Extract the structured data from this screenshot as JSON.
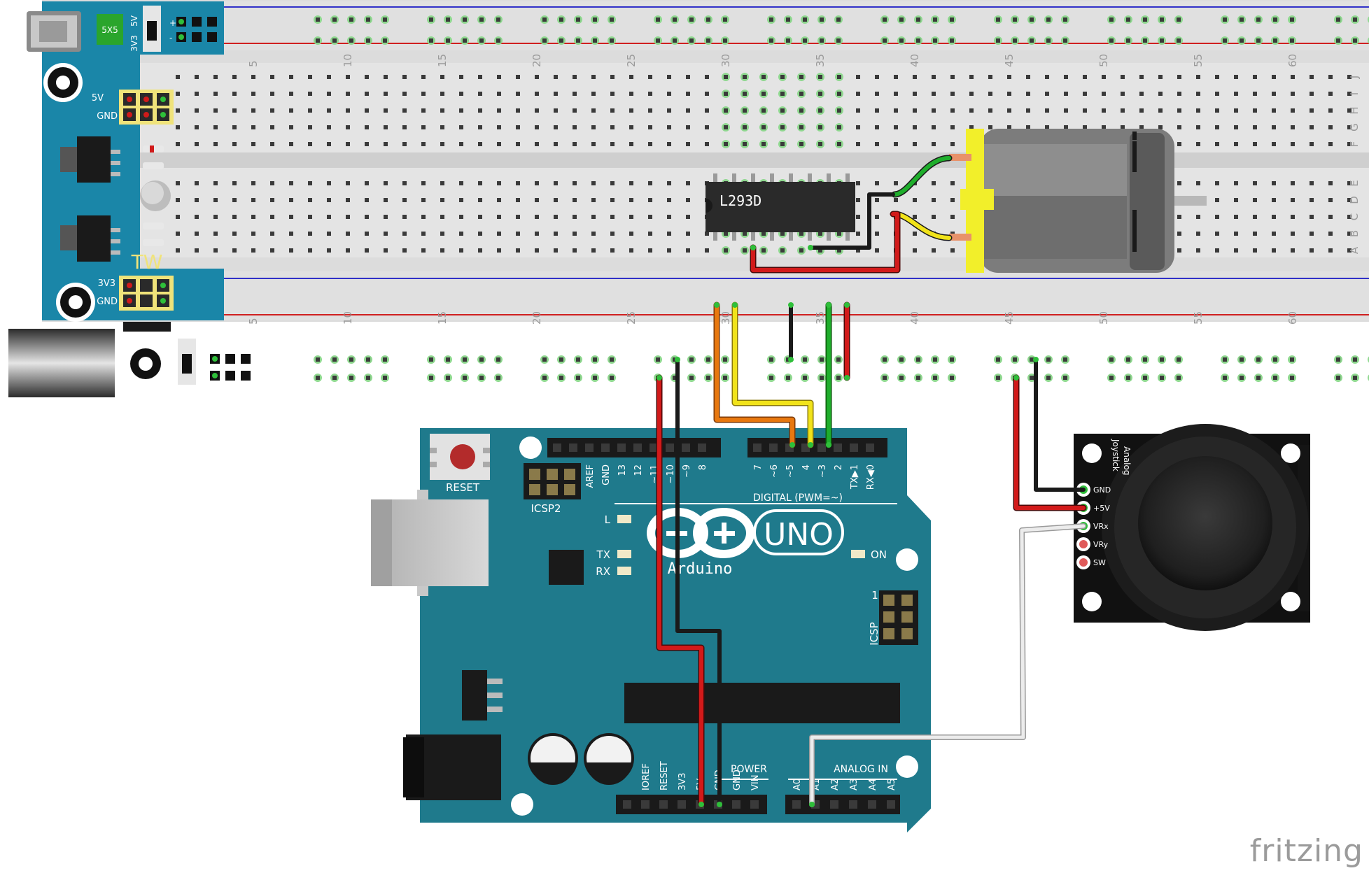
{
  "watermark": "fritzing",
  "power_module": {
    "jumper_top": "5V",
    "jumper_bottom": "3V3",
    "chip_label": "5X5",
    "rail_top_pos": "+",
    "rail_top_neg": "-",
    "header_5v": "5V",
    "header_gnd": "GND",
    "header_3v3": "3V3",
    "header_gnd2": "GND",
    "brand": "TW"
  },
  "breadboard": {
    "column_numbers": [
      "5",
      "10",
      "15",
      "20",
      "25",
      "30",
      "35",
      "40",
      "45",
      "50",
      "55",
      "60"
    ],
    "row_letters_top": [
      "J",
      "I",
      "H",
      "G",
      "F"
    ],
    "row_letters_bottom": [
      "E",
      "D",
      "C",
      "B",
      "A"
    ]
  },
  "ic": {
    "label": "L293D"
  },
  "joystick": {
    "title_line1": "Analog",
    "title_line2": "Joystick",
    "pins": [
      "GND",
      "+5V",
      "VRx",
      "VRy",
      "SW"
    ]
  },
  "arduino": {
    "reset_label": "RESET",
    "icsp2_label": "ICSP2",
    "icsp_label": "ICSP",
    "icsp_pin1": "1",
    "digital_header_labels": [
      "AREF",
      "GND",
      "13",
      "12",
      "~11",
      "~10",
      "~9",
      "8",
      "7",
      "~6",
      "~5",
      "4",
      "~3",
      "2",
      "TX▶1",
      "RX◀0"
    ],
    "digital_label": "DIGITAL (PWM=~)",
    "led_l": "L",
    "led_tx": "TX",
    "led_rx": "RX",
    "led_on": "ON",
    "logo_text": "UNO",
    "brand_text": "Arduino",
    "power_labels": [
      "IOREF",
      "RESET",
      "3V3",
      "5V",
      "GND",
      "GND",
      "VIN"
    ],
    "power_group_label": "POWER",
    "analog_labels": [
      "A0",
      "A1",
      "A2",
      "A3",
      "A4",
      "A5"
    ],
    "analog_group_label": "ANALOG IN"
  },
  "colors": {
    "arduino_board": "#1f7a8c",
    "power_module_board": "#1a86a8",
    "breadboard": "#dcdcdc",
    "wire_red": "#d21a1a",
    "wire_black": "#1a1a1a",
    "wire_green": "#1fae2c",
    "wire_yellow": "#f1e31a",
    "wire_orange": "#e8780f",
    "wire_white": "#e6e6e6",
    "motor_body": "#7c7c7c",
    "motor_cap": "#f2ef2a",
    "joystick_board": "#111111"
  }
}
